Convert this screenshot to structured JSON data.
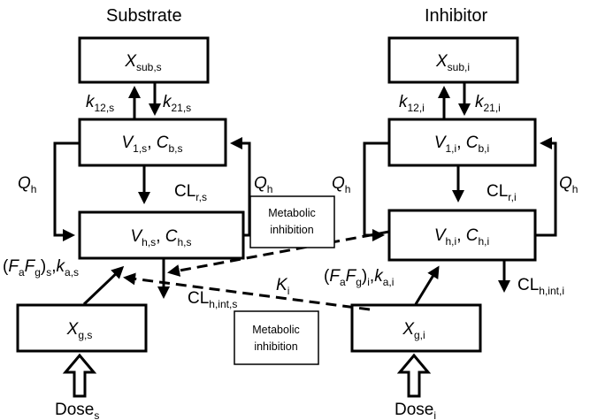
{
  "titles": {
    "substrate": "Substrate",
    "inhibitor": "Inhibitor"
  },
  "substrate": {
    "xsub": {
      "main": "X",
      "sub": "sub,s"
    },
    "central": {
      "v": "V",
      "vsub": "1,s",
      "sep": ", ",
      "c": "C",
      "csub": "b,s"
    },
    "liver": {
      "v": "V",
      "vsub": "h,s",
      "sep": ", ",
      "c": "C",
      "csub": "h,s"
    },
    "gut": {
      "main": "X",
      "sub": "g,s"
    },
    "k12": {
      "main": "k",
      "sub": "12,s"
    },
    "k21": {
      "main": "k",
      "sub": "21,s"
    },
    "qh_left": {
      "main": "Q",
      "sub": "h"
    },
    "qh_right": {
      "main": "Q",
      "sub": "h"
    },
    "clr": {
      "main": "CL",
      "sub": "r,s"
    },
    "clhint": {
      "main": "CL",
      "sub": "h,int,s"
    },
    "absorption": {
      "open": "(",
      "fa": "F",
      "fasub": "a",
      "fg": "F",
      "fgsub": "g",
      "close": ")",
      "closesub": "s",
      "comma": ",",
      "ka": "k",
      "kasub": "a,s"
    },
    "dose": {
      "main": "Dose",
      "sub": "s"
    }
  },
  "inhibitor": {
    "xsub": {
      "main": "X",
      "sub": "sub,i"
    },
    "central": {
      "v": "V",
      "vsub": "1,i",
      "sep": ", ",
      "c": "C",
      "csub": "b,i"
    },
    "liver": {
      "v": "V",
      "vsub": "h,i",
      "sep": ", ",
      "c": "C",
      "csub": "h,i"
    },
    "gut": {
      "main": "X",
      "sub": "g,i"
    },
    "k12": {
      "main": "k",
      "sub": "12,i"
    },
    "k21": {
      "main": "k",
      "sub": "21,i"
    },
    "qh_left": {
      "main": "Q",
      "sub": "h"
    },
    "qh_right": {
      "main": "Q",
      "sub": "h"
    },
    "clr": {
      "main": "CL",
      "sub": "r,i"
    },
    "clhint": {
      "main": "CL",
      "sub": "h,int,i"
    },
    "absorption": {
      "open": "(",
      "fa": "F",
      "fasub": "a",
      "fg": "F",
      "fgsub": "g",
      "close": ")",
      "closesub": "i",
      "comma": ",",
      "ka": "k",
      "kasub": "a,i"
    },
    "dose": {
      "main": "Dose",
      "sub": "i"
    }
  },
  "ki": {
    "main": "K",
    "sub": "i"
  },
  "notes": {
    "upper": [
      "Metabolic",
      "inhibition"
    ],
    "lower": [
      "Metabolic",
      "inhibition"
    ]
  }
}
